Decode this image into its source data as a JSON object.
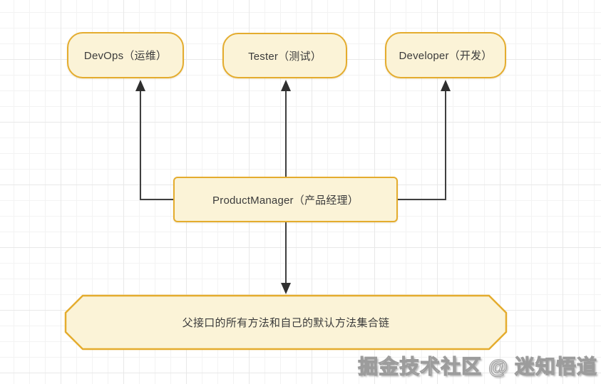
{
  "diagram": {
    "nodes": {
      "devops": {
        "label": "DevOps（运维）"
      },
      "tester": {
        "label": "Tester（测试）"
      },
      "developer": {
        "label": "Developer（开发）"
      },
      "product_manager": {
        "label": "ProductManager（产品经理）"
      },
      "method_chain": {
        "label": "父接口的所有方法和自己的默认方法集合链"
      }
    },
    "edges": [
      {
        "from": "product_manager",
        "to": "devops",
        "style": "elbow",
        "arrow": "target"
      },
      {
        "from": "product_manager",
        "to": "tester",
        "style": "straight",
        "arrow": "target"
      },
      {
        "from": "product_manager",
        "to": "developer",
        "style": "elbow",
        "arrow": "target"
      },
      {
        "from": "product_manager",
        "to": "method_chain",
        "style": "straight",
        "arrow": "target"
      }
    ]
  },
  "watermark": {
    "text": "掘金技术社区 @ 迷知悟道"
  },
  "colors": {
    "node_fill": "#FBF3D7",
    "node_border": "#E4AC2E",
    "edge_color": "#3F3F3F",
    "text_color": "#3B3B3B",
    "canvas_bg": "#FFFFFF",
    "grid_minor": "#F3F3F3",
    "grid_major": "#E8E8E8",
    "watermark_color": "#9C9C9C"
  }
}
